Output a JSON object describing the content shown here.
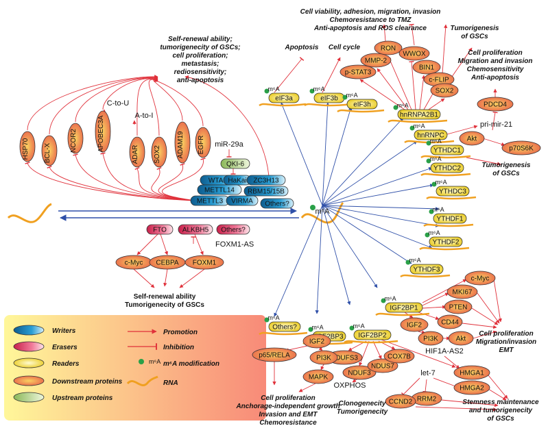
{
  "center": {
    "m6a": "m⁶A"
  },
  "m6a_tag": "m⁶A",
  "writers": [
    "WTAP",
    "HaKai",
    "ZC3H13",
    "METTL14",
    "RBM15/15B",
    "METTL3",
    "VIRMA",
    "Others?"
  ],
  "erasers": [
    "FTO",
    "ALKBH5",
    "Others?"
  ],
  "upstream": {
    "qki": "QKI-6",
    "mir29a": "miR-29a",
    "foxm1as": "FOXM1-AS"
  },
  "eraser_targets": [
    "c-Myc",
    "CEBPA",
    "FOXM1"
  ],
  "eraser_effect": [
    "Self-renewal ability",
    "Tumorigenecity of GSCs"
  ],
  "vertical_targets": [
    "HSP70",
    "BCL-X",
    "NCOR2",
    "APOBEC3A",
    "ADAR",
    "SOX2",
    "ADAM19",
    "EGFR"
  ],
  "edit_labels": {
    "c_to_u": "C-to-U",
    "a_to_i": "A-to-I"
  },
  "left_effects": [
    "Self-renewal ability;",
    "tumorigenecity of GSCs;",
    "cell proliferation;",
    "metastasis;",
    "rediosensitivity;",
    "anti-apoptosis"
  ],
  "readers_top": {
    "eif3a": "eIF3a",
    "eif3b": "eIF3b",
    "eif3h": "eIF3h",
    "hnrnpa2b1": "hnRNPA2B1",
    "hnrnpc": "hnRNPC"
  },
  "readers_right": [
    "YTHDC1",
    "YTHDC2",
    "YTHDC3",
    "YTHDF1",
    "YTHDF2",
    "YTHDF3"
  ],
  "readers_bottom": {
    "others": "Others?",
    "igf2bp3": "IGF2BP3",
    "igf2bp2": "IGF2BP2",
    "igf2bp1": "IGF2BP1"
  },
  "top_labels": {
    "apoptosis": "Apoptosis",
    "cell_cycle": "Cell cycle",
    "top_effect": [
      "Cell viability, adhesion, migration, invasion",
      "Chemoresistance to TMZ",
      "Anti-apoptosis and ROS clearance"
    ],
    "tumorigenesis": [
      "Tumorigenesis",
      "of GSCs"
    ],
    "prolif": [
      "Cell proliferation",
      "Migration and invasion",
      "Chemosensitivity",
      "Anti-apoptosis"
    ],
    "tumorigenesis2": [
      "Tumorigenesis",
      "of GSCs"
    ]
  },
  "top_proteins": {
    "pstat3": "p-STAT3",
    "mmp2": "MMP-2",
    "ron": "RON",
    "wwox": "WWOX",
    "bin1": "BIN1",
    "cflip": "c-FLIP",
    "sox2": "SOX2",
    "pdcd4": "PDCD4",
    "akt": "Akt",
    "p70s6k": "p70S6K",
    "primir21": "pri-mir-21"
  },
  "igf2bp1_targets": {
    "cmyc": "c-Myc",
    "mki67": "MKI67",
    "pten": "PTEN",
    "cd44": "CD44",
    "akt": "Akt",
    "igf2": "IGF2",
    "pi3k": "PI3K"
  },
  "igf2bp1_effect": [
    "Cell proliferation",
    "Migration/invasion",
    "EMT"
  ],
  "igf2bp2_targets": {
    "ndufs3": "NDUFS3",
    "nduf3": "NDUF3",
    "ndus7": "NDUS7",
    "cox7b": "COX7B",
    "oxphos": "OXPHOS",
    "hif": "HIF1A-AS2",
    "let7": "let-7",
    "hmga1": "HMGA1",
    "hmga2": "HMGA2",
    "rrm2": "RRM2",
    "ccnd2": "CCND2"
  },
  "igf2bp2_effect": [
    "Clonogenecity",
    "Tumorigenecity"
  ],
  "stemness_effect": [
    "Stemness maintenance",
    "and tumorigenecity",
    "of GSCs"
  ],
  "igf2bp3_targets": {
    "p65": "p65/RELA",
    "igf2": "IGF2",
    "pi3k": "PI3K",
    "mapk": "MAPK"
  },
  "igf2bp3_effect": [
    "Cell proliferation",
    "Anchorage-independent growth",
    "Invasion and EMT",
    "Chemoresistance"
  ],
  "legend": {
    "writers": "Writers",
    "erasers": "Erasers",
    "readers": "Readers",
    "downstream": "Downstream proteins",
    "upstream": "Upstream proteins",
    "promotion": "Promotion",
    "inhibition": "Inhibition",
    "m6a_mod": "m⁶A modification",
    "rna": "RNA"
  },
  "colors": {
    "writer": "#1f8fc4",
    "eraser": "#e85878",
    "reader": "#f2d22e",
    "downstream": "#f08460",
    "upstream": "#b8d88a",
    "arrow_red": "#e0303a",
    "arrow_blue": "#2e4fa8",
    "rna": "#f0a020"
  }
}
